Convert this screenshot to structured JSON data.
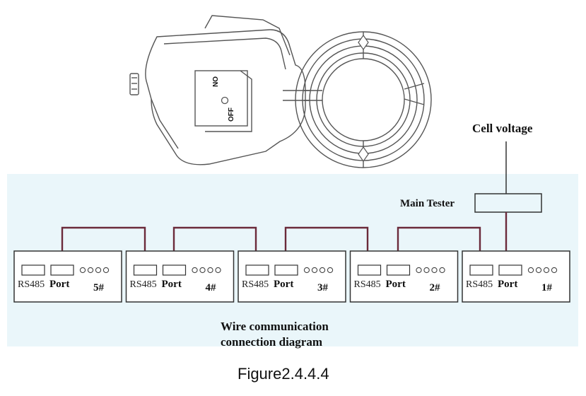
{
  "labels": {
    "cell_voltage": "Cell voltage",
    "main_tester": "Main Tester",
    "diagram_title_line1": "Wire communication",
    "diagram_title_line2": "connection diagram",
    "figure_caption": "Figure2.4.4.4"
  },
  "device": {
    "switch_on": "ON",
    "switch_off": "OFF"
  },
  "units": [
    {
      "id": "1#",
      "rs": "RS485",
      "port": "Port"
    },
    {
      "id": "2#",
      "rs": "RS485",
      "port": "Port"
    },
    {
      "id": "3#",
      "rs": "RS485",
      "port": "Port"
    },
    {
      "id": "4#",
      "rs": "RS485",
      "port": "Port"
    },
    {
      "id": "5#",
      "rs": "RS485",
      "port": "Port"
    }
  ],
  "colors": {
    "panel_bg": "#eaf6fa",
    "wire": "#6b2a3a",
    "outline": "#333333"
  }
}
